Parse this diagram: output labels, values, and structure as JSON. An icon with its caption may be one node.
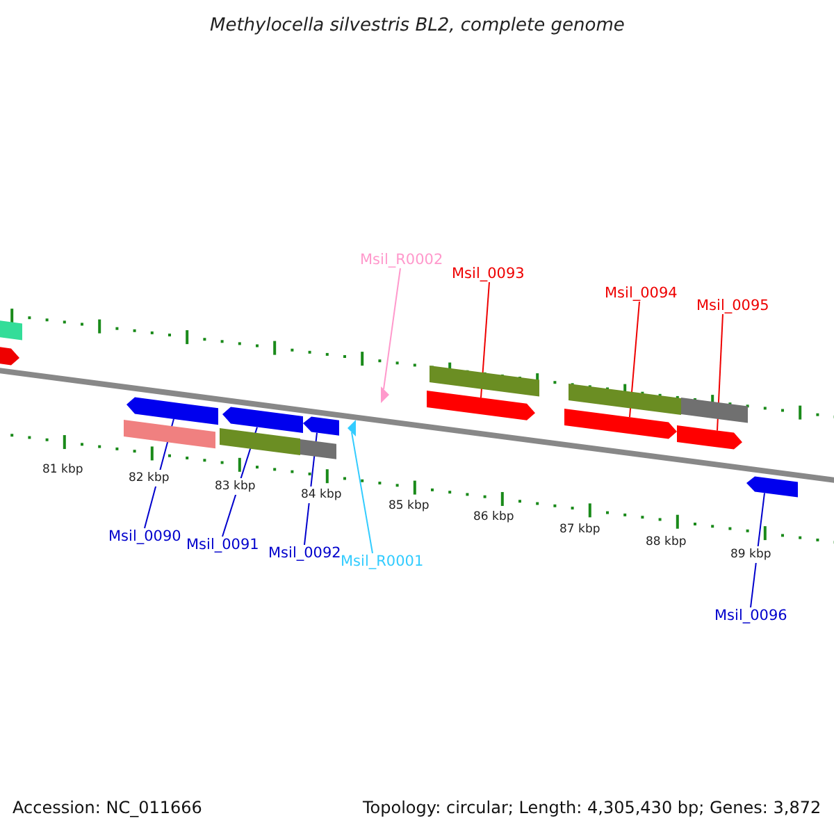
{
  "diagram": {
    "title": "Methylocella silvestris BL2, complete genome",
    "nodes": [
      {
        "text": [
          "Msil_R0002"
        ]
      },
      {
        "text": [
          "Msil_0093"
        ]
      },
      {
        "text": [
          "Msil_0094"
        ]
      },
      {
        "text": [
          "Msil_0095"
        ]
      },
      {
        "text": [
          "Msil_0090"
        ]
      },
      {
        "text": [
          "Msil_0091"
        ]
      },
      {
        "text": [
          "Msil_0092"
        ]
      },
      {
        "text": [
          "Msil_R0001"
        ]
      },
      {
        "text": [
          "Msil_0096"
        ]
      },
      {
        "text": [],
        "shape": "triangle"
      },
      {
        "text": [],
        "shape": "arrow"
      },
      {
        "text": [],
        "shape": "arrow"
      },
      {
        "text": [],
        "shape": "arrow"
      },
      {
        "text": [],
        "shape": "arrow"
      },
      {
        "text": [],
        "shape": "arrow"
      },
      {
        "text": [],
        "shape": "arrow"
      },
      {
        "text": [],
        "shape": "triangle"
      },
      {
        "text": [],
        "shape": "arrow"
      },
      {
        "text": [],
        "shape": "bar"
      },
      {
        "text": [],
        "shape": "arrow"
      },
      {
        "text": [],
        "shape": "bar"
      },
      {
        "text": [],
        "shape": "bar"
      },
      {
        "text": [],
        "shape": "bar"
      },
      {
        "text": [],
        "shape": "bar"
      },
      {
        "text": [],
        "shape": "bar"
      },
      {
        "text": [],
        "shape": "bar"
      }
    ],
    "edges": [
      {
        "from": 0,
        "to": 9,
        "arrow": "none",
        "color": "#ff99cc"
      },
      {
        "from": 1,
        "to": 10,
        "arrow": "none",
        "color": "#ee0000"
      },
      {
        "from": 2,
        "to": 11,
        "arrow": "none",
        "color": "#ee0000"
      },
      {
        "from": 3,
        "to": 12,
        "arrow": "none",
        "color": "#ee0000"
      },
      {
        "from": 4,
        "to": 13,
        "arrow": "none",
        "color": "#0000cc"
      },
      {
        "from": 5,
        "to": 14,
        "arrow": "none",
        "color": "#0000cc"
      },
      {
        "from": 6,
        "to": 15,
        "arrow": "none",
        "color": "#0000cc"
      },
      {
        "from": 7,
        "to": 16,
        "arrow": "none",
        "color": "#33ccff"
      },
      {
        "from": 8,
        "to": 17,
        "arrow": "none",
        "color": "#0000cc"
      }
    ],
    "labels": [
      "81 kbp",
      "82 kbp",
      "83 kbp",
      "84 kbp",
      "85 kbp",
      "86 kbp",
      "87 kbp",
      "88 kbp",
      "89 kbp",
      "Accession: NC_011666",
      "Topology: circular; Length: 4,305,430 bp; Genes: 3,872"
    ]
  }
}
